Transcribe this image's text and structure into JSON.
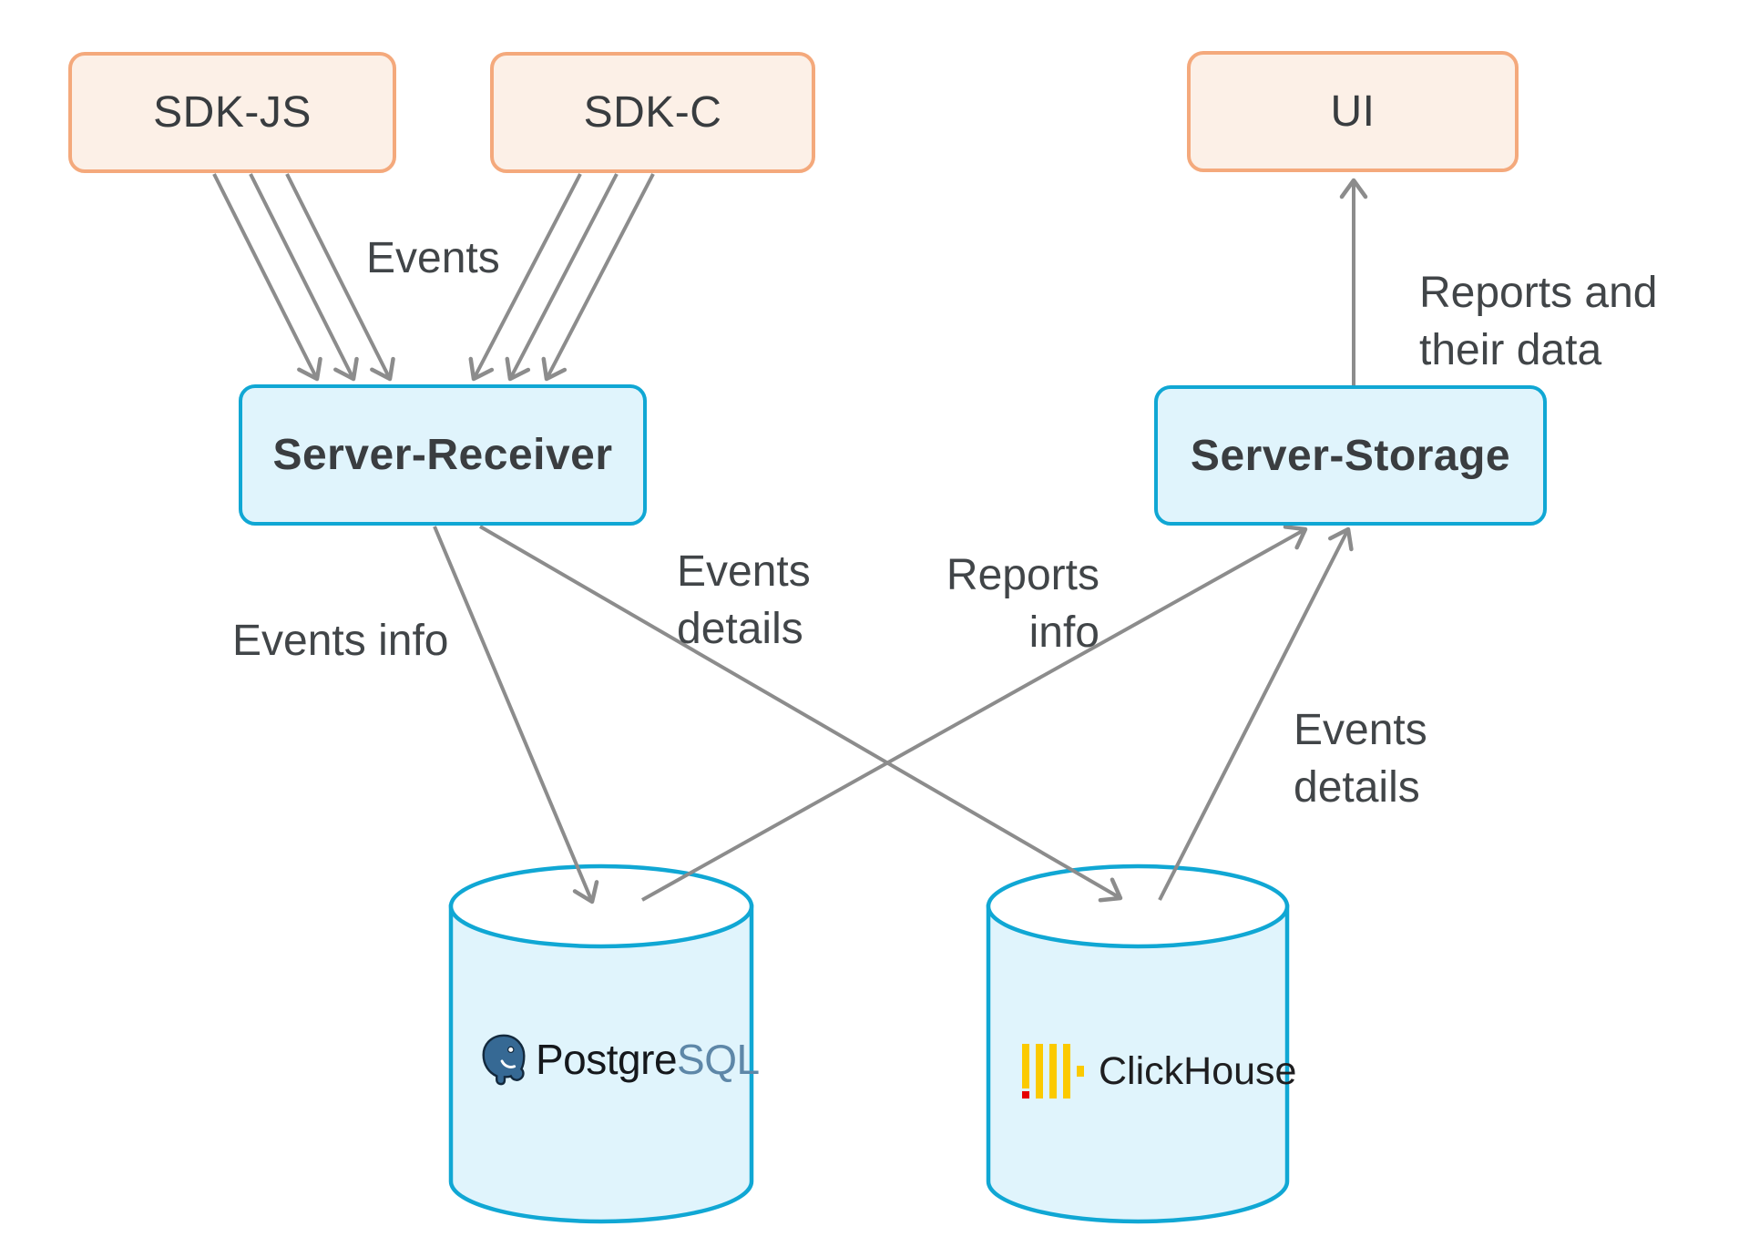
{
  "diagram": {
    "nodes": {
      "sdk_js": "SDK-JS",
      "sdk_c": "SDK-C",
      "ui": "UI",
      "server_receiver": "Server-Receiver",
      "server_storage": "Server-Storage"
    },
    "databases": {
      "postgresql": {
        "name_prefix": "Postgre",
        "name_suffix": "SQL"
      },
      "clickhouse": {
        "name": "ClickHouse"
      }
    },
    "edge_labels": {
      "events": "Events",
      "events_info": "Events info",
      "events_details_from_receiver": "Events details",
      "reports_info": "Reports info",
      "events_details_to_storage": "Events details",
      "reports_and_their_data": "Reports and their data"
    },
    "colors": {
      "component_fill": "#fcf0e7",
      "component_border": "#f4a97c",
      "service_fill": "#e0f4fc",
      "service_border": "#10a7d4",
      "arrow": "#8c8c8c",
      "label_text": "#414548",
      "postgres_elephant_blue": "#366994",
      "postgres_sql_text": "#5e87a8",
      "clickhouse_yellow": "#fbca00",
      "clickhouse_red": "#e60000"
    }
  }
}
